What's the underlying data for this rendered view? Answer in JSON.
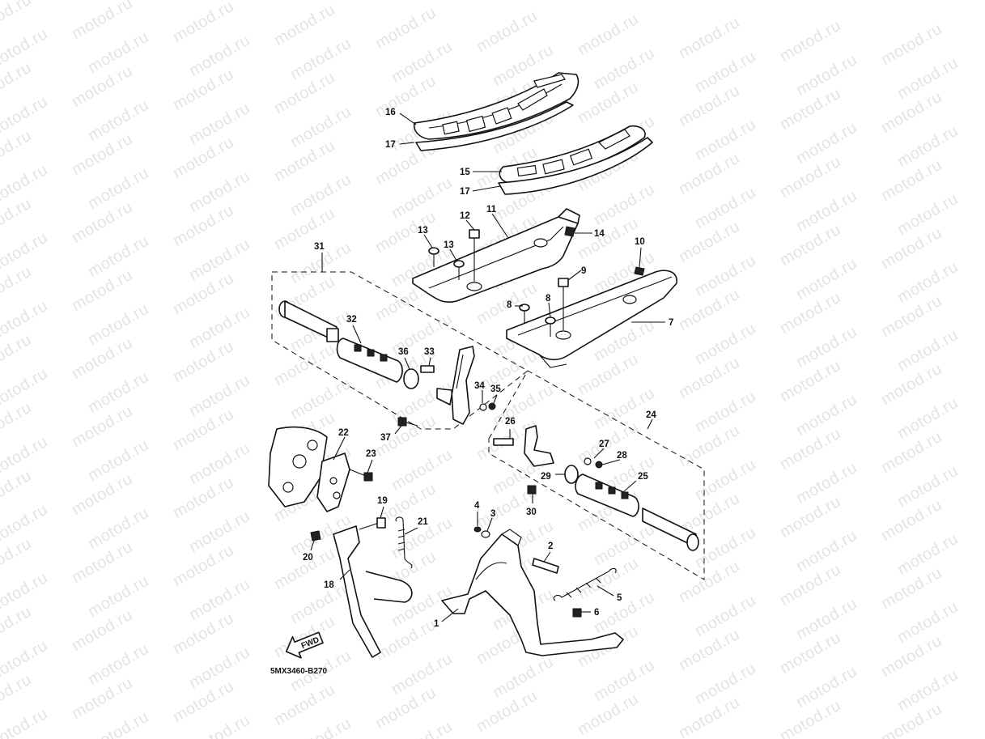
{
  "watermark": "motod.ru",
  "drawing_code": "5MX3460-B270",
  "fwd_label": "FWD",
  "callouts": [
    "1",
    "2",
    "3",
    "4",
    "5",
    "6",
    "7",
    "8",
    "8",
    "9",
    "10",
    "11",
    "12",
    "13",
    "13",
    "14",
    "15",
    "16",
    "17",
    "17",
    "18",
    "19",
    "20",
    "21",
    "22",
    "23",
    "24",
    "25",
    "26",
    "27",
    "28",
    "29",
    "30",
    "31",
    "32",
    "33",
    "34",
    "35",
    "36",
    "37"
  ]
}
